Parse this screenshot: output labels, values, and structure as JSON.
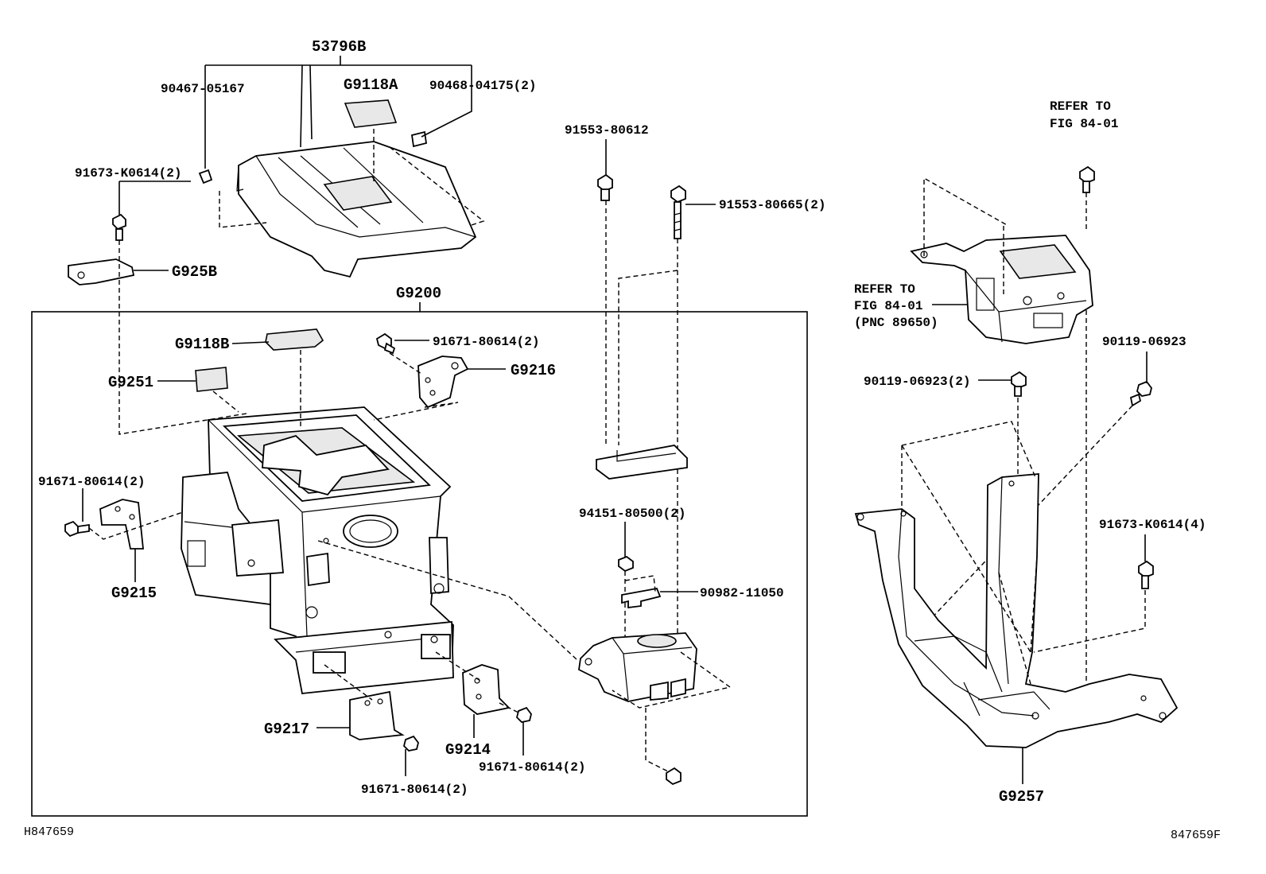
{
  "labels": {
    "p53796B": "53796B",
    "p9046705167": "90467-05167",
    "pG9118A": "G9118A",
    "p9046804175": "90468-04175(2)",
    "p91673K0614_2": "91673-K0614(2)",
    "pG925B": "G925B",
    "pG9200": "G9200",
    "pG9118B": "G9118B",
    "p9167180614_top": "91671-80614(2)",
    "pG9216": "G9216",
    "pG9251": "G9251",
    "p9167180614_left": "91671-80614(2)",
    "pG9215": "G9215",
    "pG9217": "G9217",
    "pG9214": "G9214",
    "p9167180614_mid": "91671-80614(2)",
    "p9167180614_bot": "91671-80614(2)",
    "p9155380612": "91553-80612",
    "p9155380665": "91553-80665(2)",
    "p9415180500": "94151-80500(2)",
    "p9098211050": "90982-11050",
    "referTop1": "REFER TO",
    "referTop2": "FIG 84-01",
    "referLeft1": "REFER TO",
    "referLeft2": "FIG 84-01",
    "referLeft3": "(PNC 89650)",
    "p9011906923_2": "90119-06923(2)",
    "p9011906923": "90119-06923",
    "p91673K0614_4": "91673-K0614(4)",
    "pG9257": "G9257",
    "footerLeft": "H847659",
    "footerRight": "847659F"
  }
}
